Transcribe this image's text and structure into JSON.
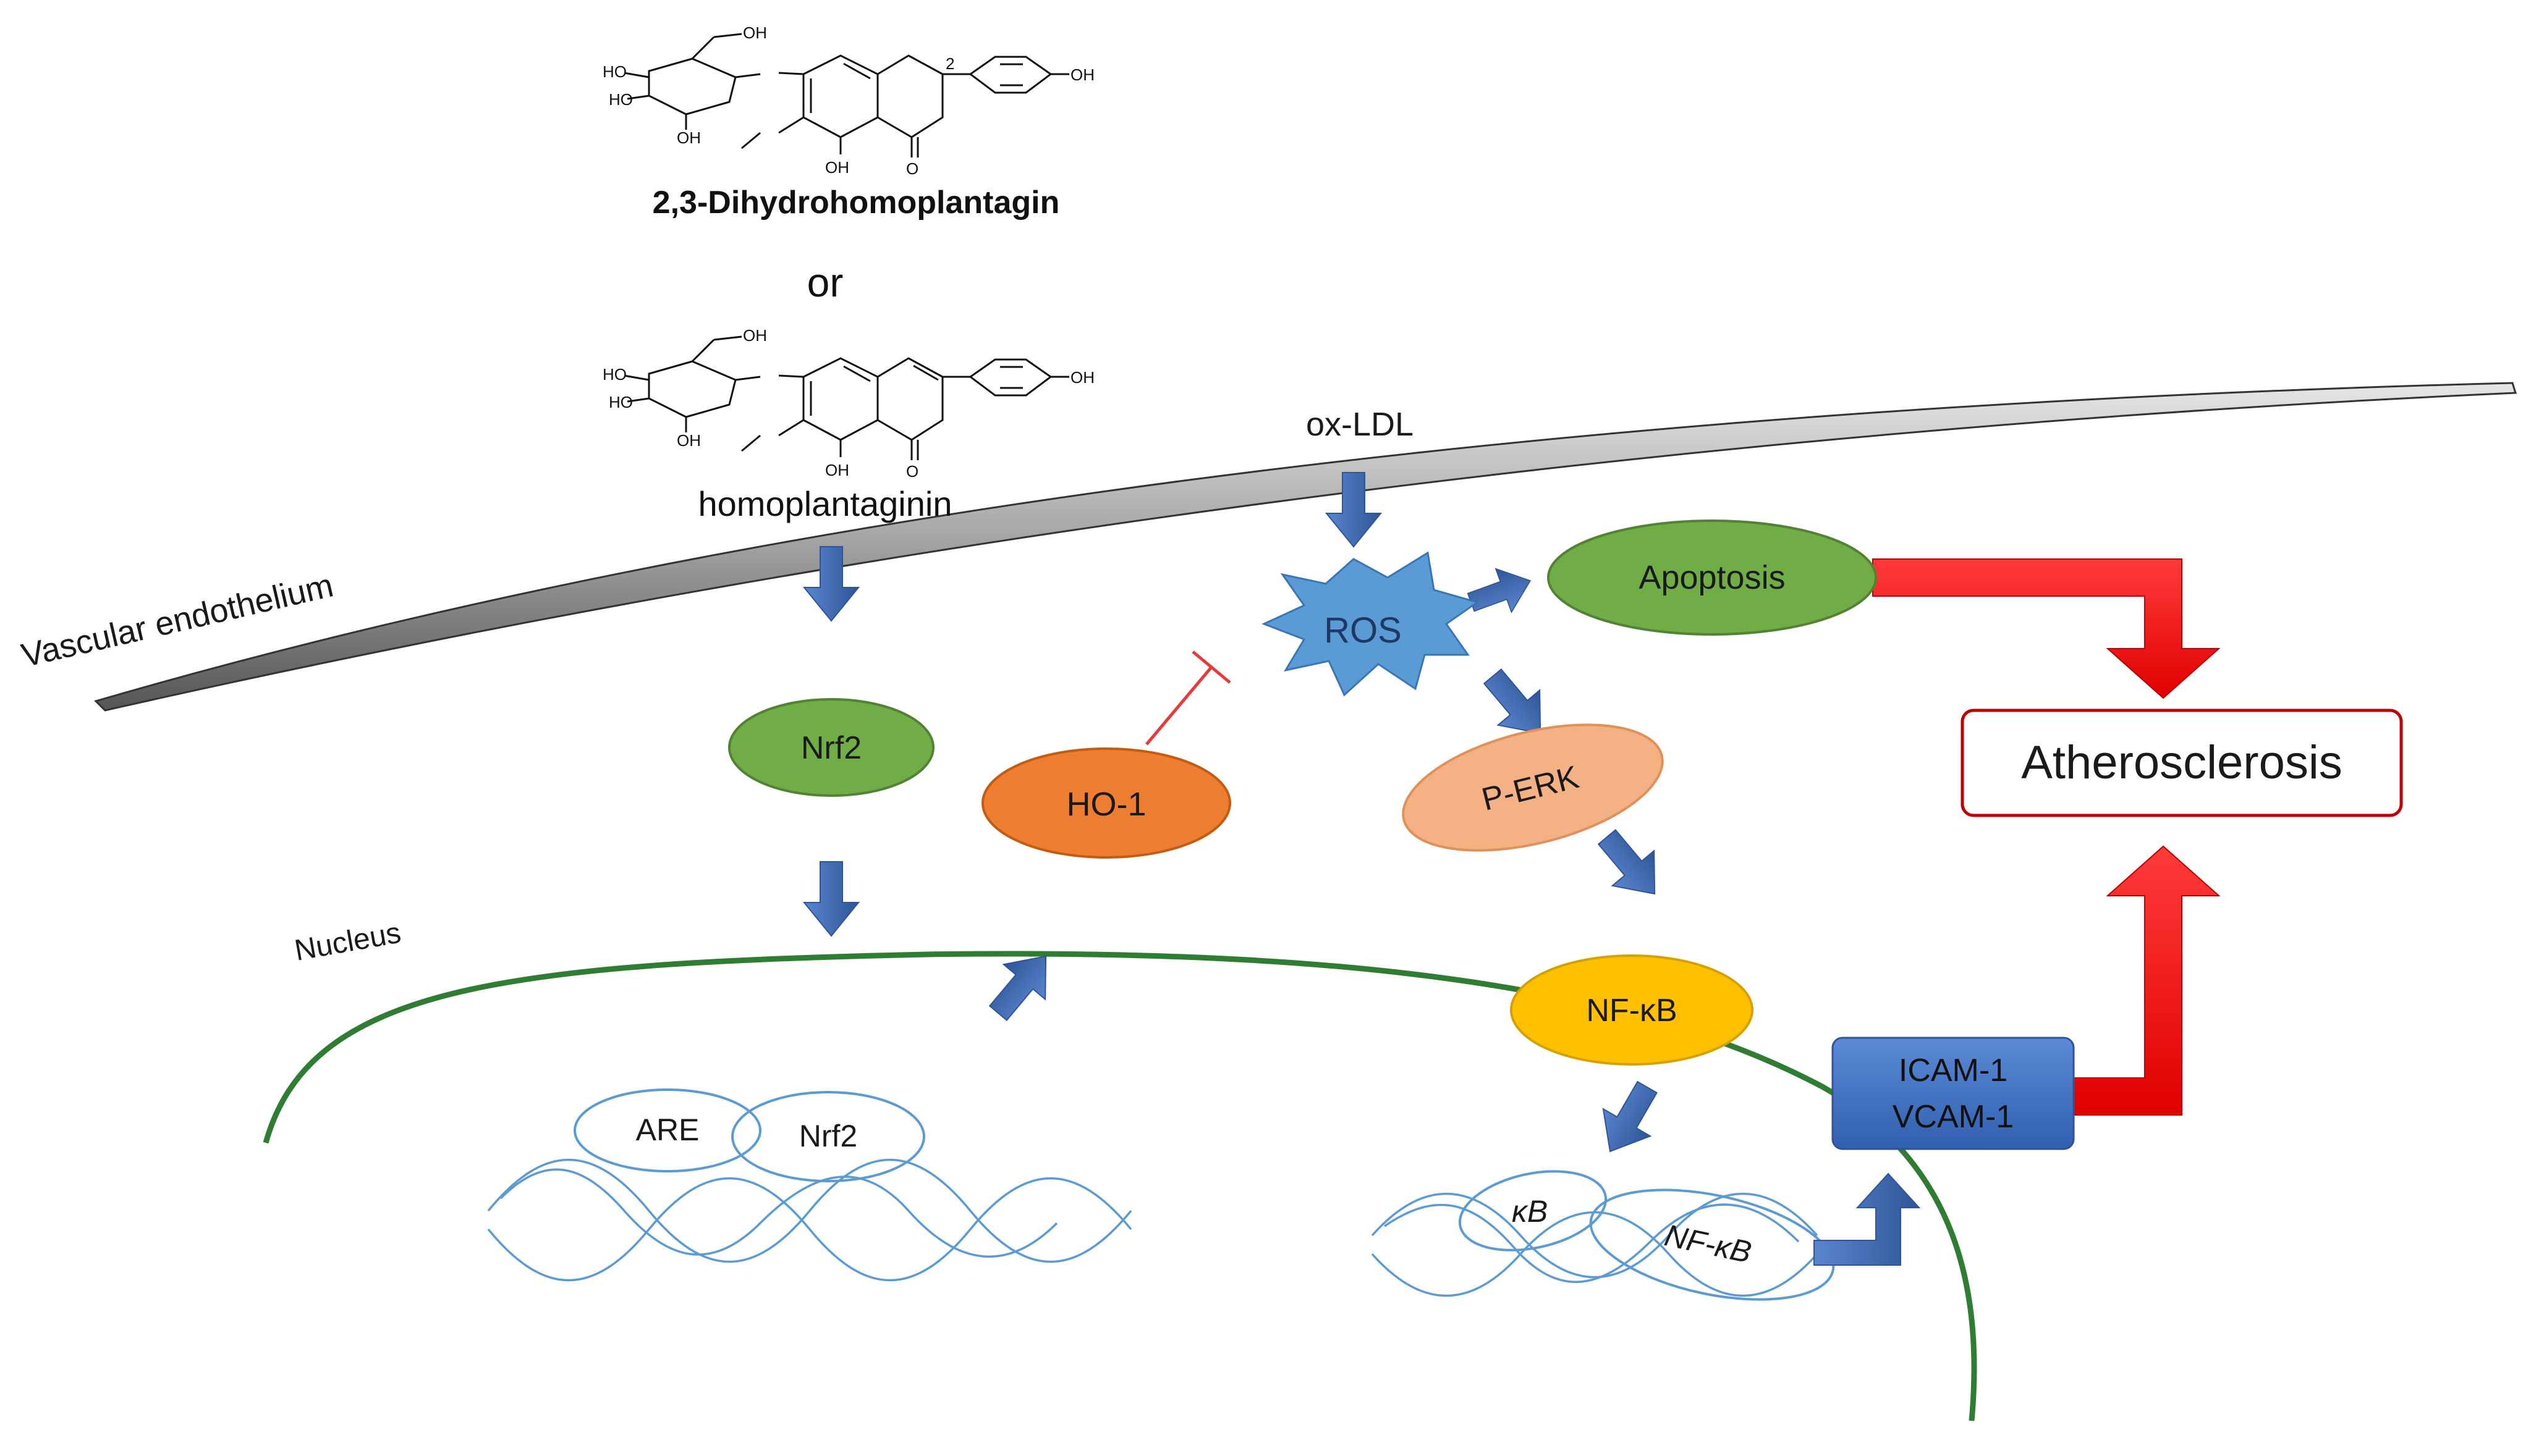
{
  "compound_1": {
    "name": "2,3-Dihydrohomoplantagin",
    "stereo_label": "2",
    "atom_labels": {
      "oh_top": "OH",
      "ho_1": "HO",
      "ho_2": "HO",
      "oh_sugar": "OH",
      "oh_ring": "OH",
      "oh_phenol": "OH",
      "o_ketone": "O"
    }
  },
  "connector_or": "or",
  "compound_2": {
    "name": "homoplantaginin",
    "atom_labels": {
      "oh_top": "OH",
      "ho_1": "HO",
      "ho_2": "HO",
      "oh_sugar": "OH",
      "oh_ring": "OH",
      "oh_phenol": "OH",
      "o_ketone": "O"
    }
  },
  "regions": {
    "membrane": "Vascular endothelium",
    "nucleus": "Nucleus"
  },
  "nodes": {
    "ox_ldl": "ox-LDL",
    "ros": "ROS",
    "apoptosis": "Apoptosis",
    "atherosclerosis": "Atherosclerosis",
    "nrf2": "Nrf2",
    "ho1": "HO-1",
    "perk": "P-ERK",
    "nfkb": "NF-κB",
    "icam": "ICAM-1",
    "vcam": "VCAM-1",
    "are": "ARE",
    "nrf2_dna": "Nrf2",
    "kb": "κB",
    "nfkb_dna": "NF-κB"
  },
  "colors": {
    "membrane": "#a6a6a6",
    "nucleus": "#2e7d32",
    "arrow_blue": "#4472c4",
    "arrow_red": "#ff0000",
    "inhibition": "#e83a3a",
    "ros": "#5b9bd5",
    "apoptosis": "#70ad47",
    "nrf2": "#70ad47",
    "ho1": "#ed7d31",
    "perk": "#f4b183",
    "nfkb": "#ffc000",
    "icam": "#4472c4",
    "atherosclerosis_border": "#c00000",
    "dna": "#5b9bd5"
  }
}
